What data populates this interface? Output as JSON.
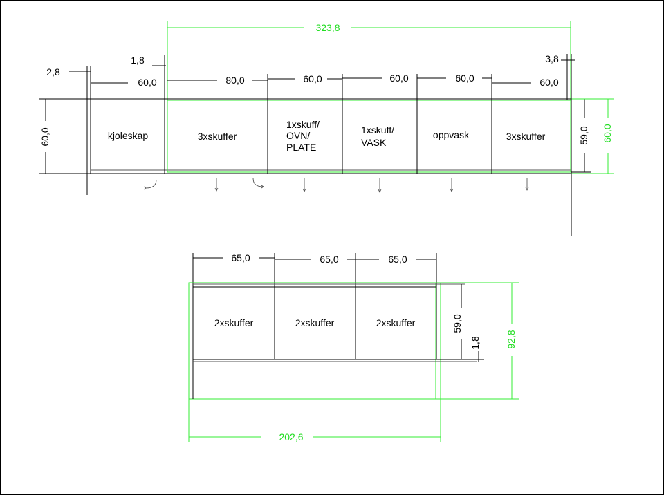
{
  "top": {
    "overall_width": "323,8",
    "left_offset": "2,8",
    "top_gap": "1,8",
    "right_offset": "3,8",
    "depth_left": "60,0",
    "depth_right_inner": "59,0",
    "depth_right_outer": "60,0",
    "widths": [
      "60,0",
      "80,0",
      "60,0",
      "60,0",
      "60,0",
      "60,0"
    ],
    "units": [
      {
        "lines": [
          "kjoleskap"
        ]
      },
      {
        "lines": [
          "3xskuffer"
        ]
      },
      {
        "lines": [
          "1xskuff/",
          "OVN/",
          "PLATE"
        ]
      },
      {
        "lines": [
          "1xskuff/",
          "VASK"
        ]
      },
      {
        "lines": [
          "oppvask"
        ]
      },
      {
        "lines": [
          "3xskuffer"
        ]
      }
    ]
  },
  "bottom": {
    "overall_width": "202,6",
    "overall_height": "92,8",
    "height_inner": "59,0",
    "gap": "1,8",
    "widths": [
      "65,0",
      "65,0",
      "65,0"
    ],
    "units": [
      "2xskuffer",
      "2xskuffer",
      "2xskuffer"
    ]
  },
  "colors": {
    "dimension": "#33ee33",
    "line": "#000000"
  }
}
